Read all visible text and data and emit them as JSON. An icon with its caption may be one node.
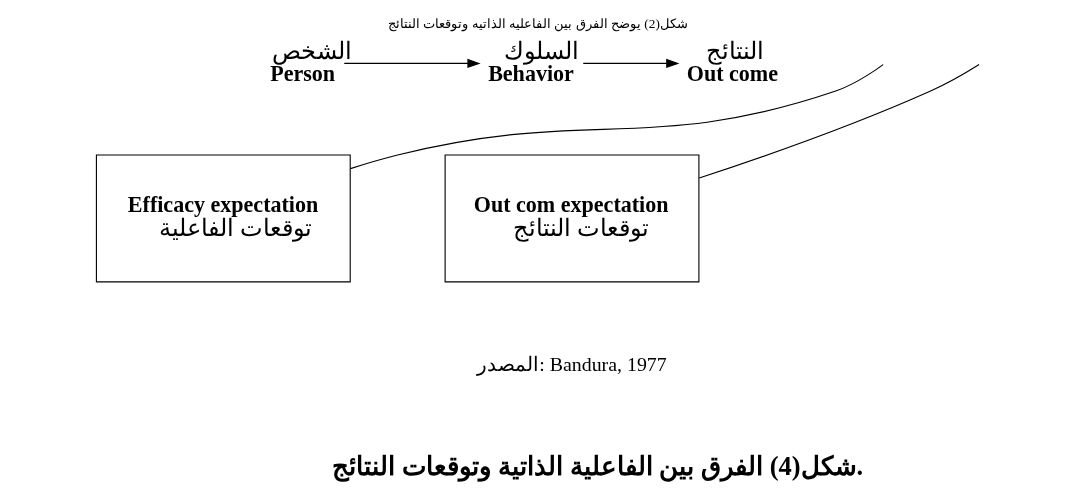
{
  "diagram": {
    "title": "شكل(2) يوضح الفرق بين الفاعليه الذاتيه وتوقعات النتائج",
    "caption": "شكل(4) الفرق بين الفاعلية الذاتية وتوقعات النتائج.",
    "nodes": [
      {
        "text": [
          "الشخص",
          "Person"
        ]
      },
      {
        "text": [
          "السلوك",
          "Behavior"
        ]
      },
      {
        "text": [
          "النتائج",
          "Out come"
        ]
      },
      {
        "text": [
          "Efficacy expectation",
          "توقعات الفاعلية"
        ]
      },
      {
        "text": [
          "Out com expectation",
          "توقعات النتائج"
        ]
      }
    ],
    "edges": [
      {
        "from": 0,
        "to": 1,
        "arrow": "to"
      },
      {
        "from": 1,
        "to": 2,
        "arrow": "to"
      },
      {
        "from": 3,
        "to": null,
        "arrow": "none"
      },
      {
        "from": 4,
        "to": null,
        "arrow": "none"
      }
    ],
    "labels": [
      "المصدر: Bandura, 1977"
    ]
  }
}
